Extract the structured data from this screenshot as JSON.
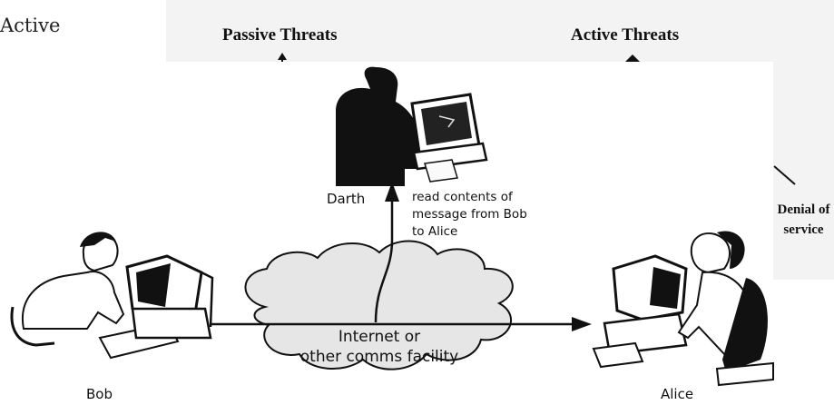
{
  "header": {
    "cut_label": "Active",
    "passive_threats": "Passive Threats",
    "active_threats": "Active Threats",
    "denial_line1": "Denial of",
    "denial_line2": "service"
  },
  "diagram": {
    "darth": "Darth",
    "bob": "Bob",
    "alice": "Alice",
    "read_caption": [
      "read contents of",
      "message from Bob",
      "to Alice"
    ],
    "cloud_lines": [
      "Internet or",
      "other comms facility"
    ]
  },
  "colors": {
    "ink": "#111111",
    "panel": "#f3f3f3",
    "cloud": "#e6e6e6"
  },
  "icons": [
    "eavesdropper-computer-icon",
    "bob-computer-icon",
    "alice-computer-icon"
  ]
}
